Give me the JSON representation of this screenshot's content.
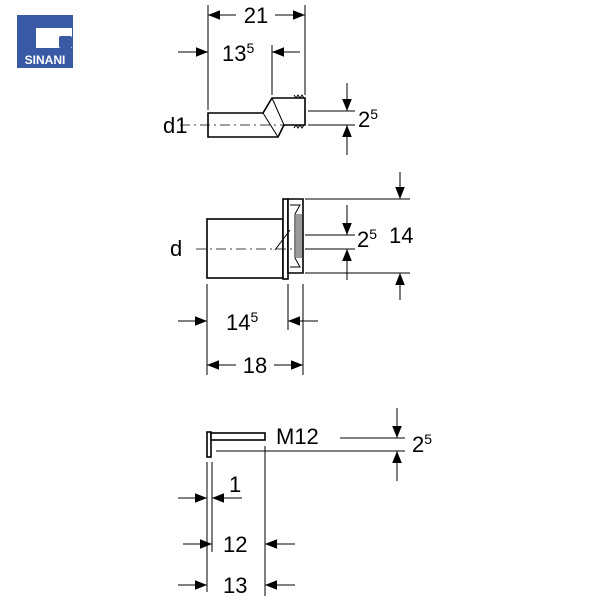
{
  "logo": {
    "text": "SINANI",
    "color": "#3a5aa6"
  },
  "view_top": {
    "label_diameter": "d1",
    "dim_overall": "21",
    "dim_offset_base": "13",
    "dim_offset_sup": "5",
    "dim_height_base": "2",
    "dim_height_sup": "5"
  },
  "view_middle": {
    "label_diameter": "d",
    "dim_height_base": "2",
    "dim_height_sup": "5",
    "dim_flange": "14",
    "dim_length_base": "14",
    "dim_length_sup": "5",
    "dim_overall": "18"
  },
  "view_bottom": {
    "thread_label": "M12",
    "dim_height_base": "2",
    "dim_height_sup": "5",
    "dim_plate": "1",
    "dim_rod": "12",
    "dim_overall": "13"
  }
}
